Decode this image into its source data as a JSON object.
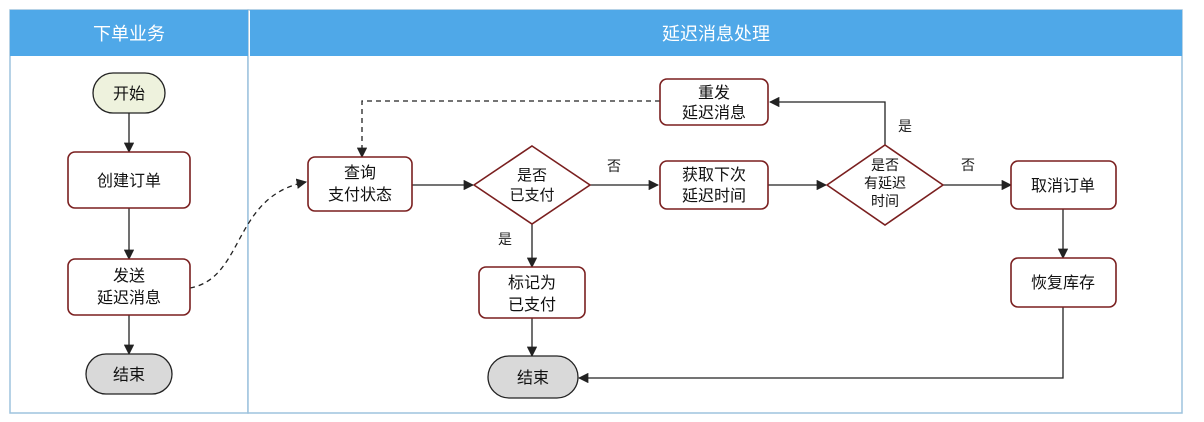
{
  "lanes": {
    "order": {
      "title": "下单业务"
    },
    "delay": {
      "title": "延迟消息处理"
    }
  },
  "nodes": {
    "start": {
      "lines": [
        "开始"
      ]
    },
    "create_order": {
      "lines": [
        "创建订单"
      ]
    },
    "send_delay": {
      "lines": [
        "发送",
        "延迟消息"
      ]
    },
    "end_left": {
      "lines": [
        "结束"
      ]
    },
    "query_pay": {
      "lines": [
        "查询",
        "支付状态"
      ]
    },
    "is_paid": {
      "lines": [
        "是否",
        "已支付"
      ]
    },
    "mark_paid": {
      "lines": [
        "标记为",
        "已支付"
      ]
    },
    "end_center": {
      "lines": [
        "结束"
      ]
    },
    "get_next": {
      "lines": [
        "获取下次",
        "延迟时间"
      ]
    },
    "has_delay": {
      "lines": [
        "是否",
        "有延迟",
        "时间"
      ]
    },
    "resend": {
      "lines": [
        "重发",
        "延迟消息"
      ]
    },
    "cancel": {
      "lines": [
        "取消订单"
      ]
    },
    "restore": {
      "lines": [
        "恢复库存"
      ]
    }
  },
  "edge_labels": {
    "paid_no": "否",
    "paid_yes": "是",
    "delay_yes": "是",
    "delay_no": "否"
  },
  "colors": {
    "header": "#4fa8e8",
    "header_text": "#ffffff",
    "lane_border": "#9ec3dd",
    "node_border": "#7a1f1f",
    "start_fill": "#eef2dd",
    "end_fill": "#d9d9d9",
    "line": "#222222"
  }
}
